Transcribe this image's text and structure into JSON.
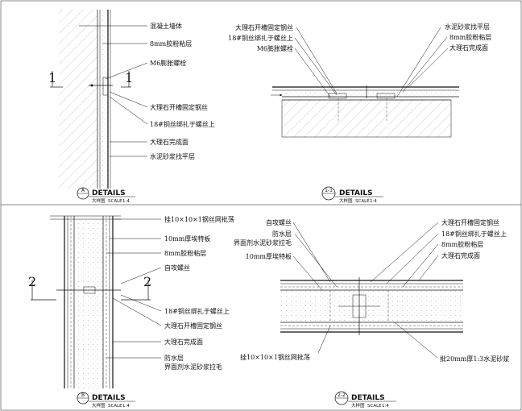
{
  "panelA": {
    "section_mark": "1",
    "labels": [
      "混凝土墙体",
      "8mm胶粉粘层",
      "M6膨胀螺栓",
      "大理石开槽固定钢丝",
      "18#铜丝绑扎于螺丝上",
      "大理石完成面",
      "水泥砂浆找平层"
    ],
    "title": {
      "circle": "A",
      "name": "DETAILS",
      "sub": "大样图",
      "scale_label": "SCALE",
      "scale": "1:4"
    }
  },
  "panel11": {
    "labels_left": [
      "大理石开槽固定钢丝",
      "18#铜丝绑扎于螺丝上",
      "M6膨胀螺栓"
    ],
    "labels_right": [
      "水泥砂浆找平层",
      "8mm胶粉粘层",
      "大理石完成面"
    ],
    "title": {
      "circle": "1-1",
      "name": "DETAILS",
      "sub": "大样图",
      "scale_label": "SCALE",
      "scale": "1:4"
    }
  },
  "panelB": {
    "section_mark": "2",
    "labels": [
      "挂10×10×1钢丝网批荡",
      "10mm厚埃特板",
      "8mm胶粉粘层",
      "自攻螺丝",
      "18#铜丝绑扎于螺丝上",
      "大理石开槽固定钢丝",
      "大理石完成面",
      "防水层",
      "界面剂水泥砂浆拉毛"
    ],
    "title": {
      "circle": "B",
      "name": "DETAILS",
      "sub": "大样图",
      "scale_label": "SCALE",
      "scale": "1:4"
    }
  },
  "panel22": {
    "labels_left": [
      "自攻螺丝",
      "防水层",
      "界面剂水泥砂浆拉毛",
      "10mm厚埃特板"
    ],
    "labels_right": [
      "大理石开槽固定钢丝",
      "18#铜丝绑扎于螺丝上",
      "8mm胶粉粘层",
      "大理石完成面"
    ],
    "label_bottom_left": "挂10×10×1钢丝网批荡",
    "label_bottom_right": "批20mm厚1:3水泥砂浆",
    "title": {
      "circle": "2-2",
      "name": "DETAILS",
      "sub": "大样图",
      "scale_label": "SCALE",
      "scale": "1:4"
    }
  }
}
